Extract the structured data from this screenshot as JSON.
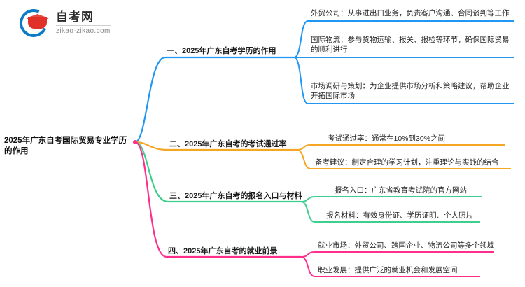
{
  "logo": {
    "name": "zikao-logo",
    "title": "自考网",
    "subtitle": "zikao-zikao.com"
  },
  "mindmap": {
    "root": {
      "label": "2025年广东自考国际贸易专业学历的作用"
    },
    "branches": [
      {
        "label": "一、2025年广东自考学历的作用",
        "color": "#2196f3",
        "children": [
          {
            "label": "外贸公司：从事进出口业务，负责客户沟通、合同谈判等工作"
          },
          {
            "label": "国际物流：参与货物运输、报关、报检等环节，确保国际贸易的顺利进行"
          },
          {
            "label": "市场调研与策划：为企业提供市场分析和策略建议，帮助企业开拓国际市场"
          }
        ]
      },
      {
        "label": "二、2025年广东自考的考试通过率",
        "color": "#f5a623",
        "children": [
          {
            "label": "考试通过率：通常在10%到30%之间"
          },
          {
            "label": "备考建议：制定合理的学习计划，注重理论与实践的结合"
          }
        ]
      },
      {
        "label": "三、2025年广东自考的报名入口与材料",
        "color": "#3ecf8e",
        "children": [
          {
            "label": "报名入口：广东省教育考试院的官方网站"
          },
          {
            "label": "报名材料：有效身份证、学历证明、个人照片"
          }
        ]
      },
      {
        "label": "四、2025年广东自考的就业前景",
        "color": "#ff2e8b",
        "children": [
          {
            "label": "就业市场：外贸公司、跨国企业、物流公司等多个领域"
          },
          {
            "label": "职业发展：提供广泛的就业机会和发展空间"
          }
        ]
      }
    ]
  },
  "colors": {
    "branch_1": "#2196f3",
    "branch_2": "#f5a623",
    "branch_3": "#3ecf8e",
    "branch_4": "#ff2e8b",
    "logo_blue": "#0a7bc4",
    "logo_red": "#e03129",
    "text": "#202020",
    "background": "#ffffff"
  }
}
